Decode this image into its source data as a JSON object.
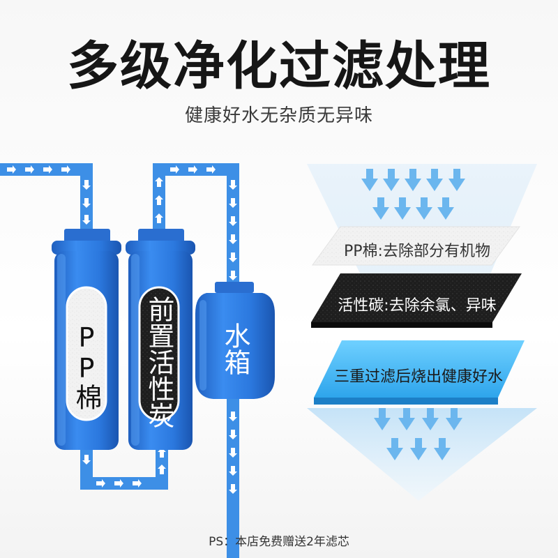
{
  "header": {
    "title": "多级净化过滤处理",
    "subtitle": "健康好水无杂质无异味"
  },
  "filters": {
    "pp_cotton": "PP棉",
    "carbon": "前置活性炭",
    "tank": "水箱"
  },
  "layers": {
    "pp": "PP棉:去除部分有机物",
    "carbon": "活性碳:去除余氯、异味",
    "result": "三重过滤后烧出健康好水"
  },
  "footer": {
    "note": "PS：本店免费赠送2年滤芯"
  },
  "colors": {
    "filter_blue": "#2f7fe0",
    "pipe_blue": "#3d8fe6",
    "flow_arrow": "#74bdf0",
    "carbon_black": "#1e1e1e"
  },
  "icons": [
    "flow-arrow-icon"
  ]
}
